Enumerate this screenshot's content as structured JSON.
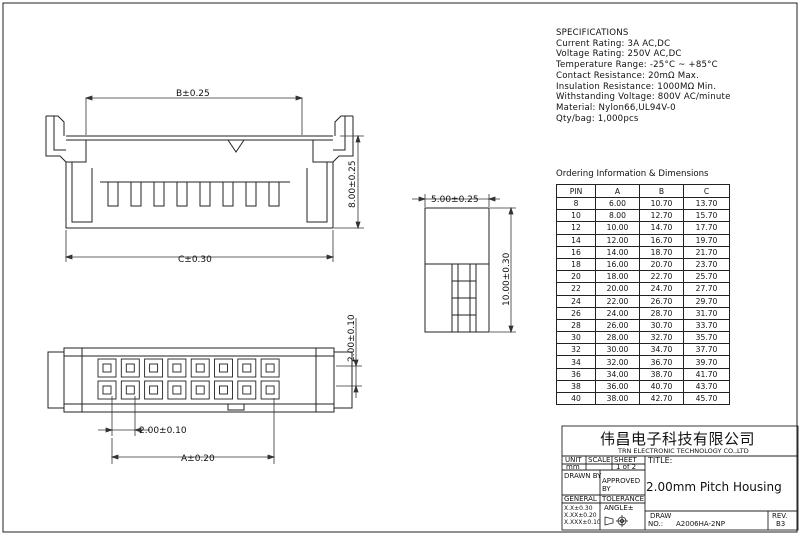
{
  "specs": {
    "heading": "SPECIFICATIONS",
    "lines": [
      "Current Rating: 3A AC,DC",
      "Voltage Rating: 250V AC,DC",
      "Temperature Range: -25°C ~ +85°C",
      "Contact Resistance: 20mΩ Max.",
      "Insulation Resistance: 1000MΩ Min.",
      "Withstanding Voltage: 800V AC/minute",
      "Material: Nylon66,UL94V-0",
      "Qty/bag: 1,000pcs"
    ]
  },
  "ordering": {
    "title": "Ordering Information & Dimensions",
    "headers": [
      "PIN",
      "A",
      "B",
      "C"
    ],
    "rows": [
      [
        "8",
        "6.00",
        "10.70",
        "13.70"
      ],
      [
        "10",
        "8.00",
        "12.70",
        "15.70"
      ],
      [
        "12",
        "10.00",
        "14.70",
        "17.70"
      ],
      [
        "14",
        "12.00",
        "16.70",
        "19.70"
      ],
      [
        "16",
        "14.00",
        "18.70",
        "21.70"
      ],
      [
        "18",
        "16.00",
        "20.70",
        "23.70"
      ],
      [
        "20",
        "18.00",
        "22.70",
        "25.70"
      ],
      [
        "22",
        "20.00",
        "24.70",
        "27.70"
      ],
      [
        "24",
        "22.00",
        "26.70",
        "29.70"
      ],
      [
        "26",
        "24.00",
        "28.70",
        "31.70"
      ],
      [
        "28",
        "26.00",
        "30.70",
        "33.70"
      ],
      [
        "30",
        "28.00",
        "32.70",
        "35.70"
      ],
      [
        "32",
        "30.00",
        "34.70",
        "37.70"
      ],
      [
        "34",
        "32.00",
        "36.70",
        "39.70"
      ],
      [
        "36",
        "34.00",
        "38.70",
        "41.70"
      ],
      [
        "38",
        "36.00",
        "40.70",
        "43.70"
      ],
      [
        "40",
        "38.00",
        "42.70",
        "45.70"
      ]
    ]
  },
  "dims": {
    "b": "B±0.25",
    "c": "C±0.30",
    "h8": "8.00±0.25",
    "w5": "5.00±0.25",
    "h10": "10.00±0.30",
    "p2v": "2.00±0.10",
    "p2h": "2.00±0.10",
    "a": "A±0.20"
  },
  "title_block": {
    "company_cn": "伟昌电子科技有限公司",
    "company_en": "TRN ELECTRONIC TECHNOLOGY CO.,LTD",
    "unit_label": "UNIT",
    "scale_label": "SCALE",
    "sheet_label": "SHEET",
    "title_label": "TITLE:",
    "unit_value": "mm",
    "sheet_value": "1 of 2",
    "drawn_by": "DRAWN BY",
    "approved_by_1": "APPROVED",
    "approved_by_2": "BY",
    "title_value": "2.00mm Pitch Housing",
    "general": "GENERAL",
    "tolerance": "TOLERANCE",
    "tol_1": "X.X±0.30",
    "tol_2": "X.XX±0.20",
    "tol_3": "X.XXX±0.10",
    "angle": "ANGLE±",
    "draw_label": "DRAW",
    "no_label": "NO.:",
    "draw_no": "A2006HA-2NP",
    "rev_label": "REV.",
    "rev_value": "B3"
  }
}
